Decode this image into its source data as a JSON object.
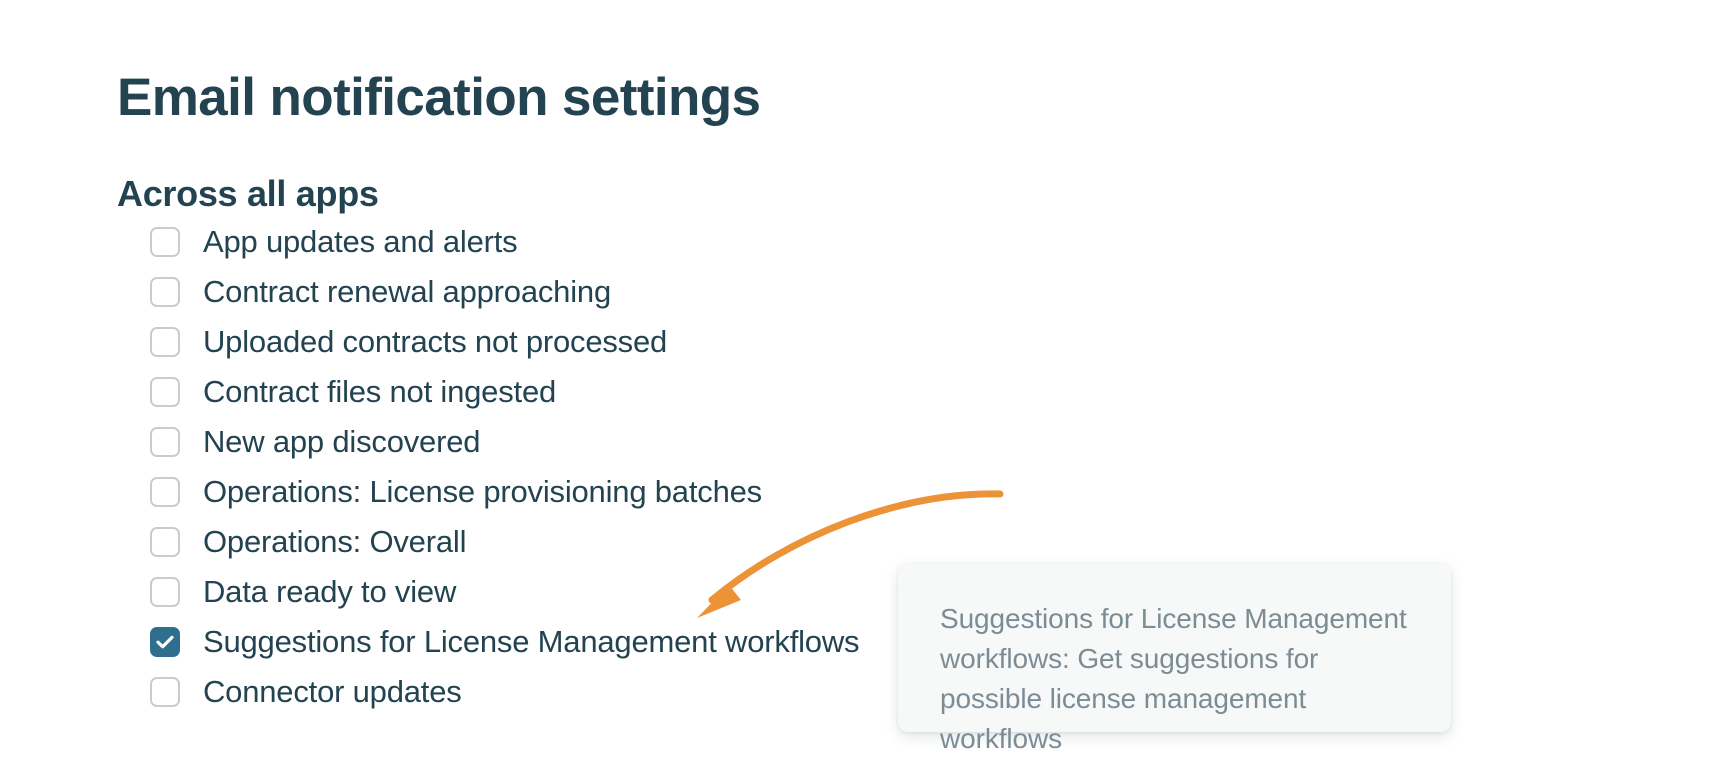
{
  "page": {
    "title": "Email notification settings",
    "section_heading": "Across all apps",
    "background_color": "#FFFFFF",
    "heading_color": "#234351"
  },
  "checkbox_list": {
    "items": [
      {
        "label": "App updates and alerts",
        "checked": false
      },
      {
        "label": "Contract renewal approaching",
        "checked": false
      },
      {
        "label": "Uploaded contracts not processed",
        "checked": false
      },
      {
        "label": "Contract files not ingested",
        "checked": false
      },
      {
        "label": "New app discovered",
        "checked": false
      },
      {
        "label": "Operations: License provisioning batches",
        "checked": false
      },
      {
        "label": "Operations: Overall",
        "checked": false
      },
      {
        "label": "Data ready to view",
        "checked": false
      },
      {
        "label": "Suggestions for License Management workflows",
        "checked": true
      },
      {
        "label": "Connector updates",
        "checked": false
      }
    ],
    "unchecked_border_color": "#C5CDD3",
    "checked_fill_color": "#2F6F8E",
    "checkmark_color": "#FFFFFF"
  },
  "tooltip": {
    "text": "Suggestions for License Management workflows: Get suggestions for possible license management workflows",
    "background_color": "#F7F8F8",
    "text_color": "#7C8C95"
  },
  "annotation": {
    "arrow_color": "#ED9337",
    "arrow_label": "callout-arrow"
  }
}
